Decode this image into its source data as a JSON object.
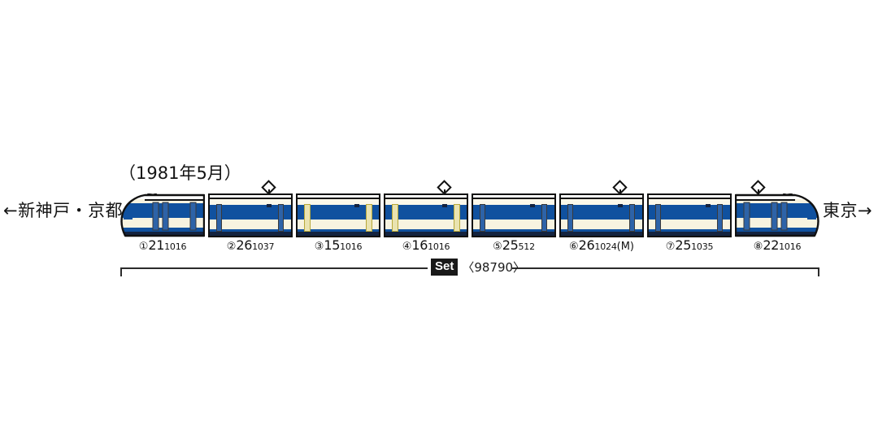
{
  "diagram": {
    "date_caption": "（1981年5月）",
    "direction_left": "←新神戸・京都",
    "direction_right": "東京→",
    "set_label": "Set",
    "set_code": "〈98790〉"
  },
  "cars": [
    {
      "index": "①",
      "type": "21",
      "number": "1016",
      "suffix": "",
      "shape": "nose-left",
      "doors": "blue",
      "pantograph": false
    },
    {
      "index": "②",
      "type": "26",
      "number": "1037",
      "suffix": "",
      "shape": "plain",
      "doors": "blue",
      "pantograph": true
    },
    {
      "index": "③",
      "type": "15",
      "number": "1016",
      "suffix": "",
      "shape": "plain",
      "doors": "yellow",
      "pantograph": false
    },
    {
      "index": "④",
      "type": "16",
      "number": "1016",
      "suffix": "",
      "shape": "plain",
      "doors": "yellow",
      "pantograph": true
    },
    {
      "index": "⑤",
      "type": "25",
      "number": "512",
      "suffix": "",
      "shape": "plain",
      "doors": "blue",
      "pantograph": false
    },
    {
      "index": "⑥",
      "type": "26",
      "number": "1024",
      "suffix": "(M)",
      "shape": "plain",
      "doors": "blue",
      "pantograph": true
    },
    {
      "index": "⑦",
      "type": "25",
      "number": "1035",
      "suffix": "",
      "shape": "plain",
      "doors": "blue",
      "pantograph": false
    },
    {
      "index": "⑧",
      "type": "22",
      "number": "1016",
      "suffix": "",
      "shape": "nose-right",
      "doors": "blue",
      "pantograph": true
    }
  ],
  "colors": {
    "body_blue": "#10519f",
    "body_cream": "#f7f3e0",
    "skirt_navy": "#14233f",
    "outline": "#111111",
    "door_blue": "#2d63a8",
    "door_yellow": "#e9e3b0"
  }
}
